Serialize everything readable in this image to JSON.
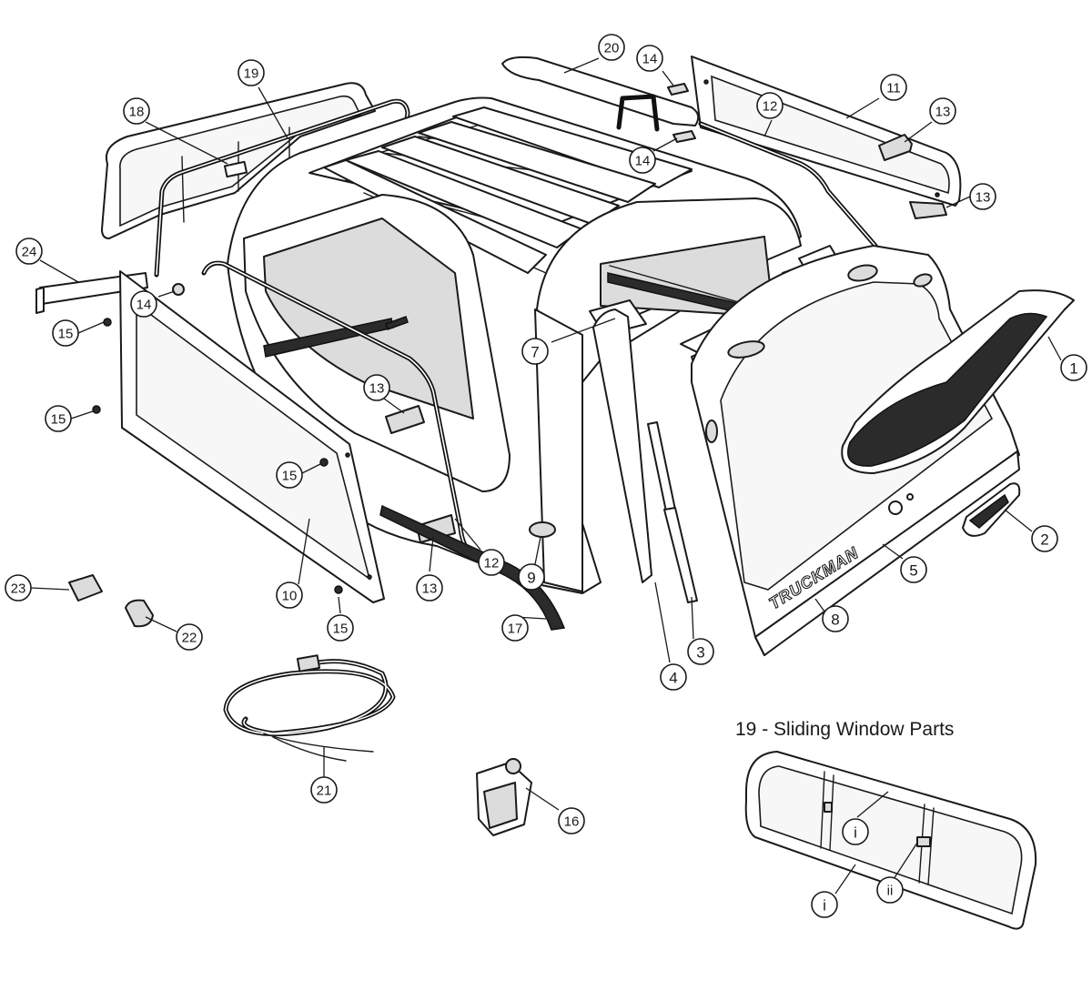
{
  "brand_text": "TRUCKMAN",
  "inset_heading": "19 - Sliding Window Parts",
  "callouts": [
    {
      "label": "1"
    },
    {
      "label": "2"
    },
    {
      "label": "3"
    },
    {
      "label": "4"
    },
    {
      "label": "5"
    },
    {
      "label": "7"
    },
    {
      "label": "8"
    },
    {
      "label": "9"
    },
    {
      "label": "10"
    },
    {
      "label": "11"
    },
    {
      "label": "12"
    },
    {
      "label": "12"
    },
    {
      "label": "13"
    },
    {
      "label": "13"
    },
    {
      "label": "13"
    },
    {
      "label": "13"
    },
    {
      "label": "14"
    },
    {
      "label": "14"
    },
    {
      "label": "14"
    },
    {
      "label": "15"
    },
    {
      "label": "15"
    },
    {
      "label": "15"
    },
    {
      "label": "15"
    },
    {
      "label": "16"
    },
    {
      "label": "17"
    },
    {
      "label": "18"
    },
    {
      "label": "19"
    },
    {
      "label": "20"
    },
    {
      "label": "21"
    },
    {
      "label": "22"
    },
    {
      "label": "23"
    },
    {
      "label": "24"
    },
    {
      "label": "i"
    },
    {
      "label": "i"
    },
    {
      "label": "ii"
    }
  ]
}
